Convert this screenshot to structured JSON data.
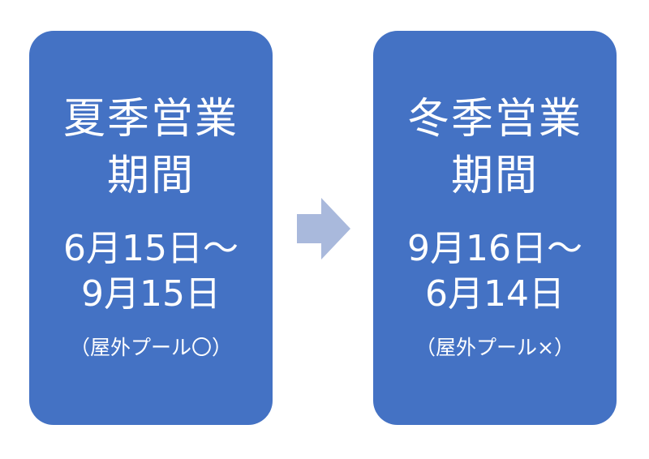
{
  "colors": {
    "card": "#4472c4",
    "arrow": "#a9b9dc",
    "text": "#ffffff"
  },
  "summer": {
    "title_line1": "夏季営業",
    "title_line2": "期間",
    "date_line1": "6月15日～",
    "date_line2": "9月15日",
    "note": "（屋外プール〇）"
  },
  "arrow_icon": "right-arrow-icon",
  "winter": {
    "title_line1": "冬季営業",
    "title_line2": "期間",
    "date_line1": "9月16日～",
    "date_line2": "6月14日",
    "note": "（屋外プール×）"
  }
}
